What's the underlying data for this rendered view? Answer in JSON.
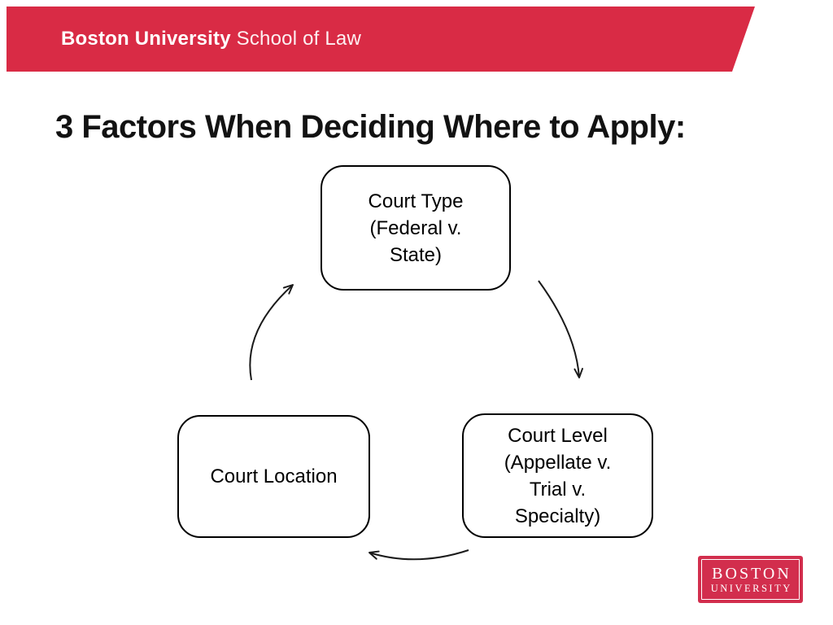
{
  "header": {
    "brand_bold": "Boston University",
    "brand_rest": " School of Law",
    "banner_color": "#D92B45",
    "text_color": "#FFFFFF"
  },
  "title": {
    "text": "3 Factors When Deciding Where to Apply:"
  },
  "diagram": {
    "type": "cycle",
    "stroke_color": "#1A1A1A",
    "node_border_color": "#000000",
    "node_fill_color": "#FFFFFF",
    "nodes": [
      {
        "id": "court-type",
        "label": "Court Type (Federal v. State)",
        "lines": [
          "Court Type",
          "(Federal v.",
          "State)"
        ]
      },
      {
        "id": "court-level",
        "label": "Court Level (Appellate v. Trial v. Specialty)",
        "lines": [
          "Court Level",
          "(Appellate v.",
          "Trial v.",
          "Specialty)"
        ]
      },
      {
        "id": "court-location",
        "label": "Court Location",
        "lines": [
          "Court Location"
        ]
      }
    ],
    "edges": [
      {
        "from": "court-type",
        "to": "court-level"
      },
      {
        "from": "court-level",
        "to": "court-location"
      },
      {
        "from": "court-location",
        "to": "court-type"
      }
    ]
  },
  "footer_logo": {
    "line1": "BOSTON",
    "line2": "UNIVERSITY",
    "background": "#D22E4D"
  }
}
